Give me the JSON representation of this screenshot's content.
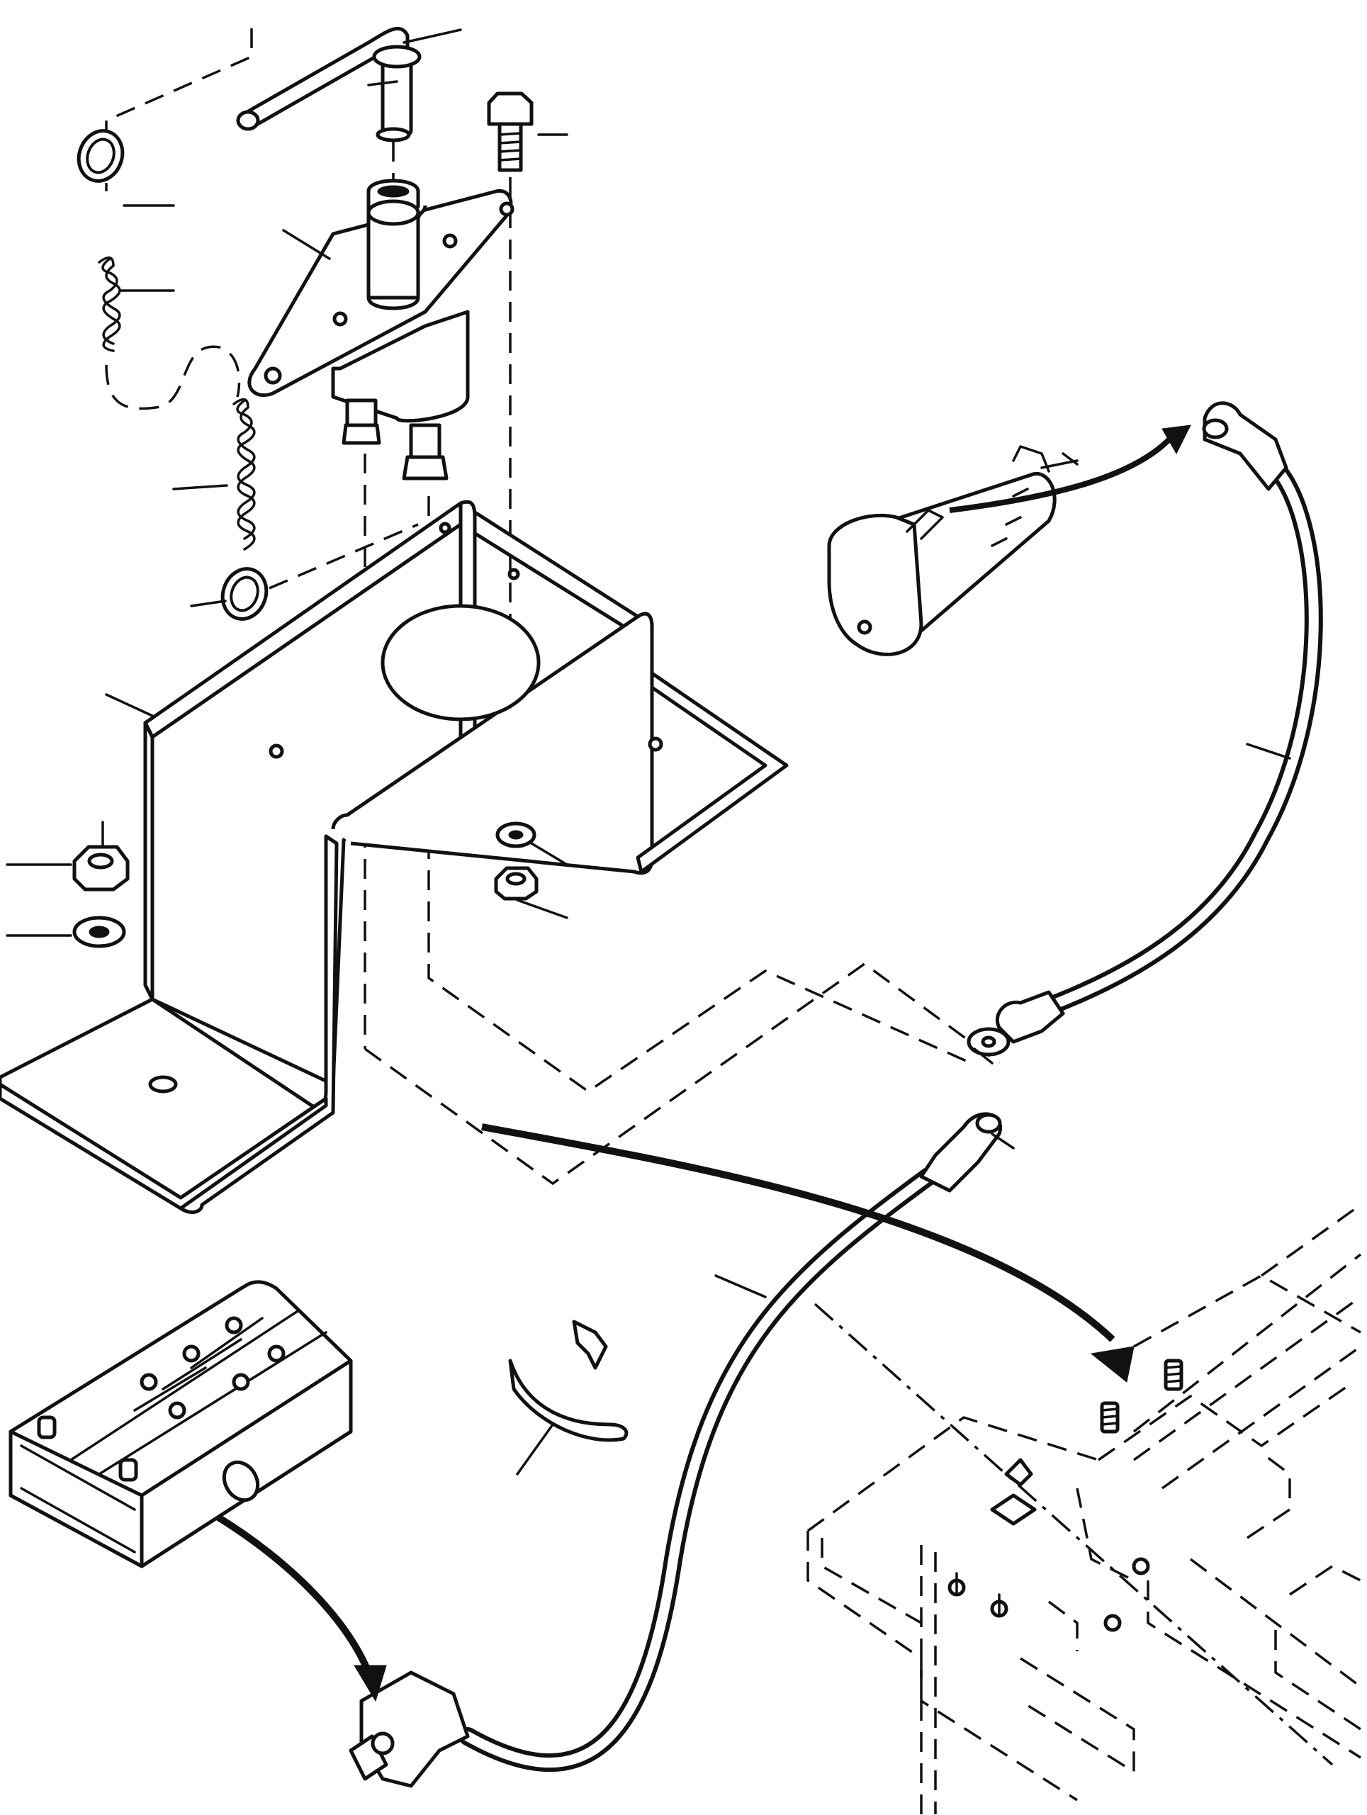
{
  "diagram": {
    "kind": "exploded-parts-illustration",
    "line_color": "#111111",
    "background_color": "#ffffff",
    "parts": [
      "handle-rod",
      "bolt",
      "switch-body",
      "retaining-ring",
      "chain",
      "bracket",
      "nut",
      "lock-washer",
      "starter-motor",
      "starter-cable",
      "battery-cable",
      "battery",
      "cable-clamp",
      "frame"
    ]
  }
}
